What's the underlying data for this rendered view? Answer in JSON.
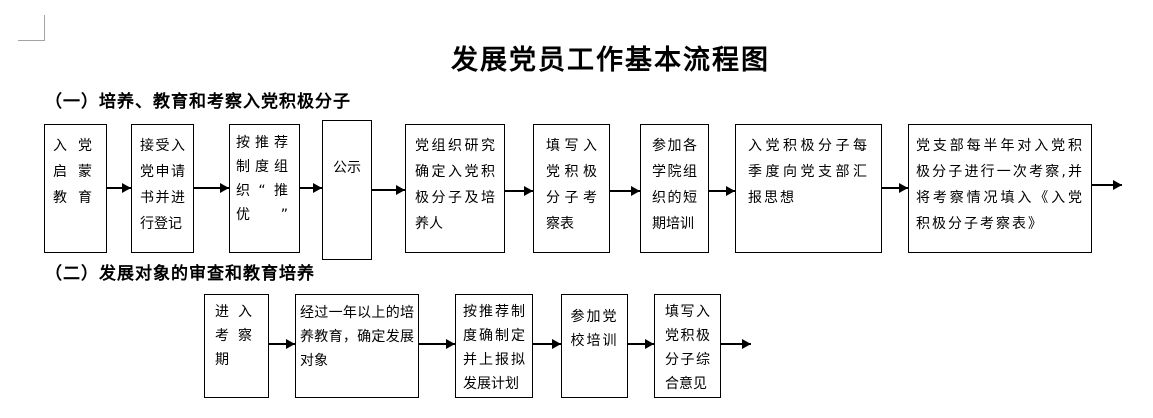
{
  "title": "发展党员工作基本流程图",
  "flow": {
    "connector_icon": "arrow-right"
  },
  "colors": {
    "background": "#ffffff",
    "box_border": "#000000",
    "text": "#000000",
    "crop_mark": "#a3a3a3"
  },
  "sections": [
    {
      "heading": "（一）培养、教育和考察入党积极分子",
      "boxes": [
        {
          "text": "入党启蒙教育"
        },
        {
          "text": "接受入党申请书并进行登记"
        },
        {
          "text": "按推荐制度组织“推优”"
        },
        {
          "text": "公示"
        },
        {
          "text": "党组织研究确定入党积极分子及培养人"
        },
        {
          "text": "填写入党积极分子考察表"
        },
        {
          "text": "参加各学院组织的短期培训"
        },
        {
          "text": "入党积极分子每季度向党支部汇报思想"
        },
        {
          "text": "党支部每半年对入党积极分子进行一次考察,并将考察情况填入《入党积极分子考察表》"
        }
      ]
    },
    {
      "heading": "（二）发展对象的审查和教育培养",
      "boxes": [
        {
          "text": "进入考察期"
        },
        {
          "text": "经过一年以上的培养教育，确定发展对象"
        },
        {
          "text": "按推荐制度确制定并上报拟发展计划"
        },
        {
          "text": "参加党校培训"
        },
        {
          "text": "填写入党积极分子综合意见"
        }
      ]
    }
  ]
}
